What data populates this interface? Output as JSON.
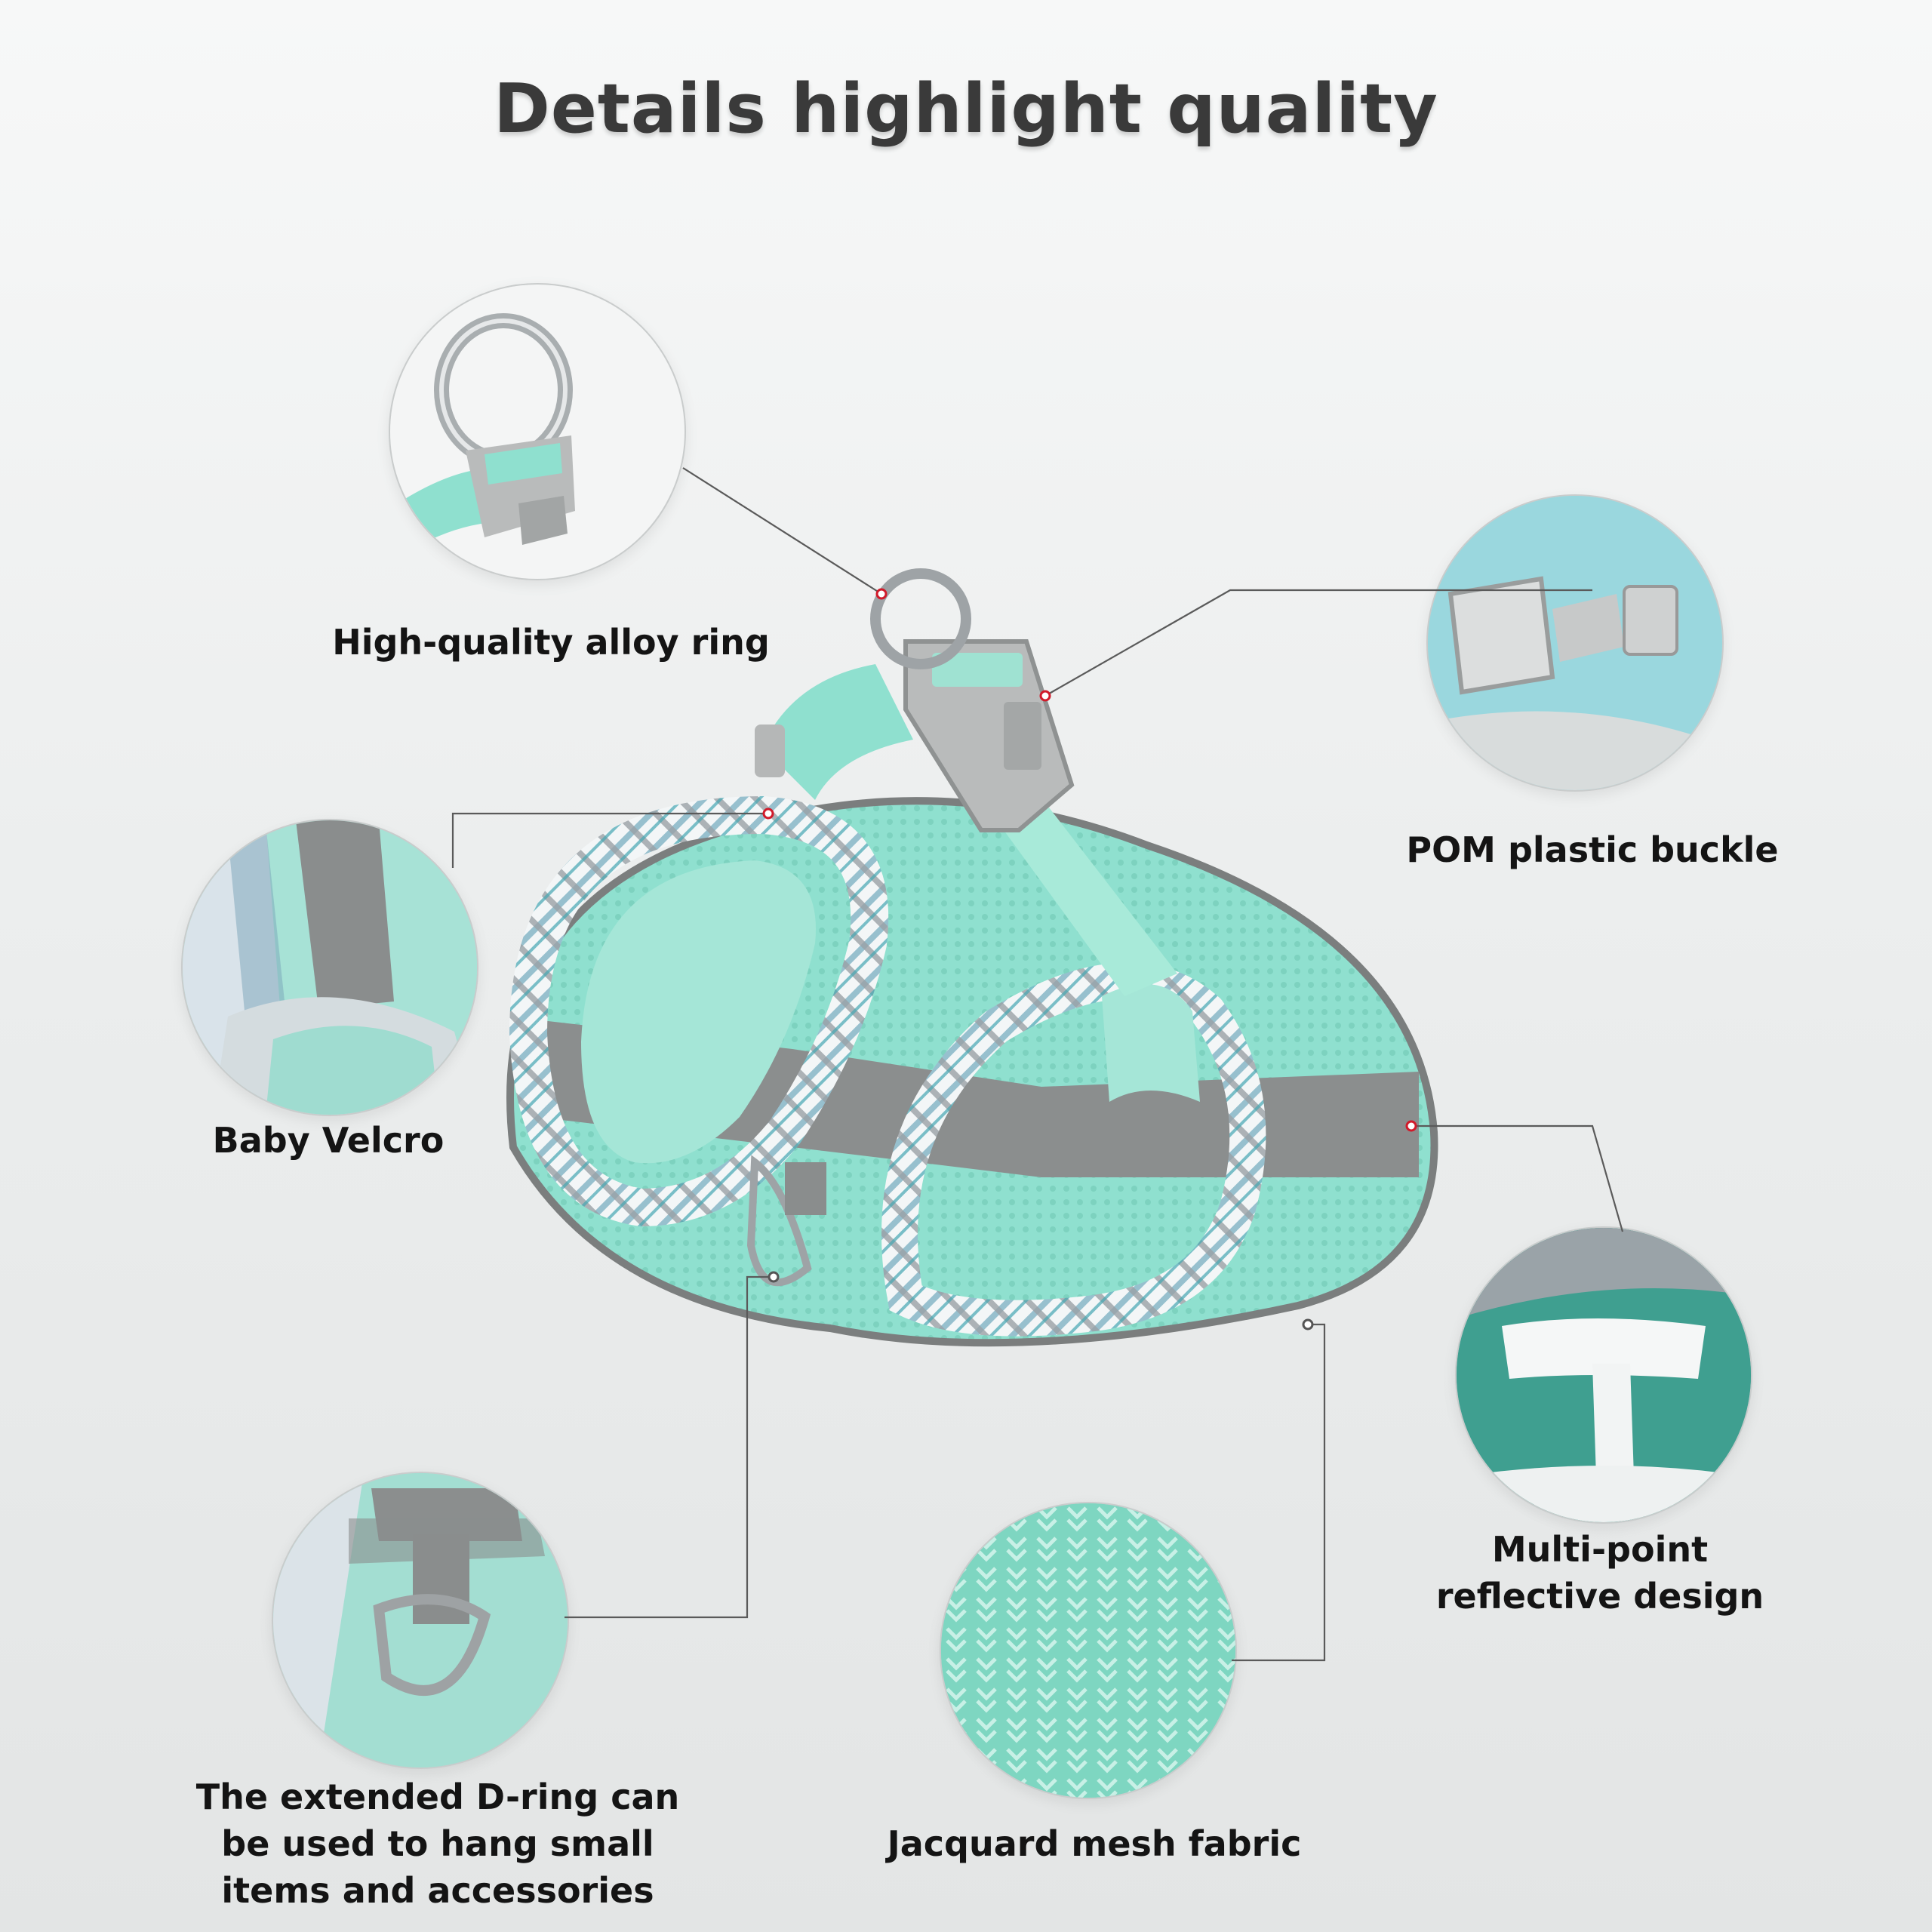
{
  "title": "Details highlight quality",
  "callouts": {
    "ring": "High-quality alloy ring",
    "buckle": "POM plastic buckle",
    "velcro": "Baby Velcro",
    "reflective": [
      "Multi-point",
      "reflective design"
    ],
    "dring": [
      "The extended D-ring can",
      "be used to hang small",
      "items and accessories"
    ],
    "mesh": "Jacquard mesh fabric"
  },
  "colors": {
    "mint": "#8fe0cf",
    "mint_dark": "#5fc2ae",
    "grey_band": "#8b8e8e",
    "buckle_grey": "#b5b7b7",
    "marker_red": "#d11a2a"
  }
}
